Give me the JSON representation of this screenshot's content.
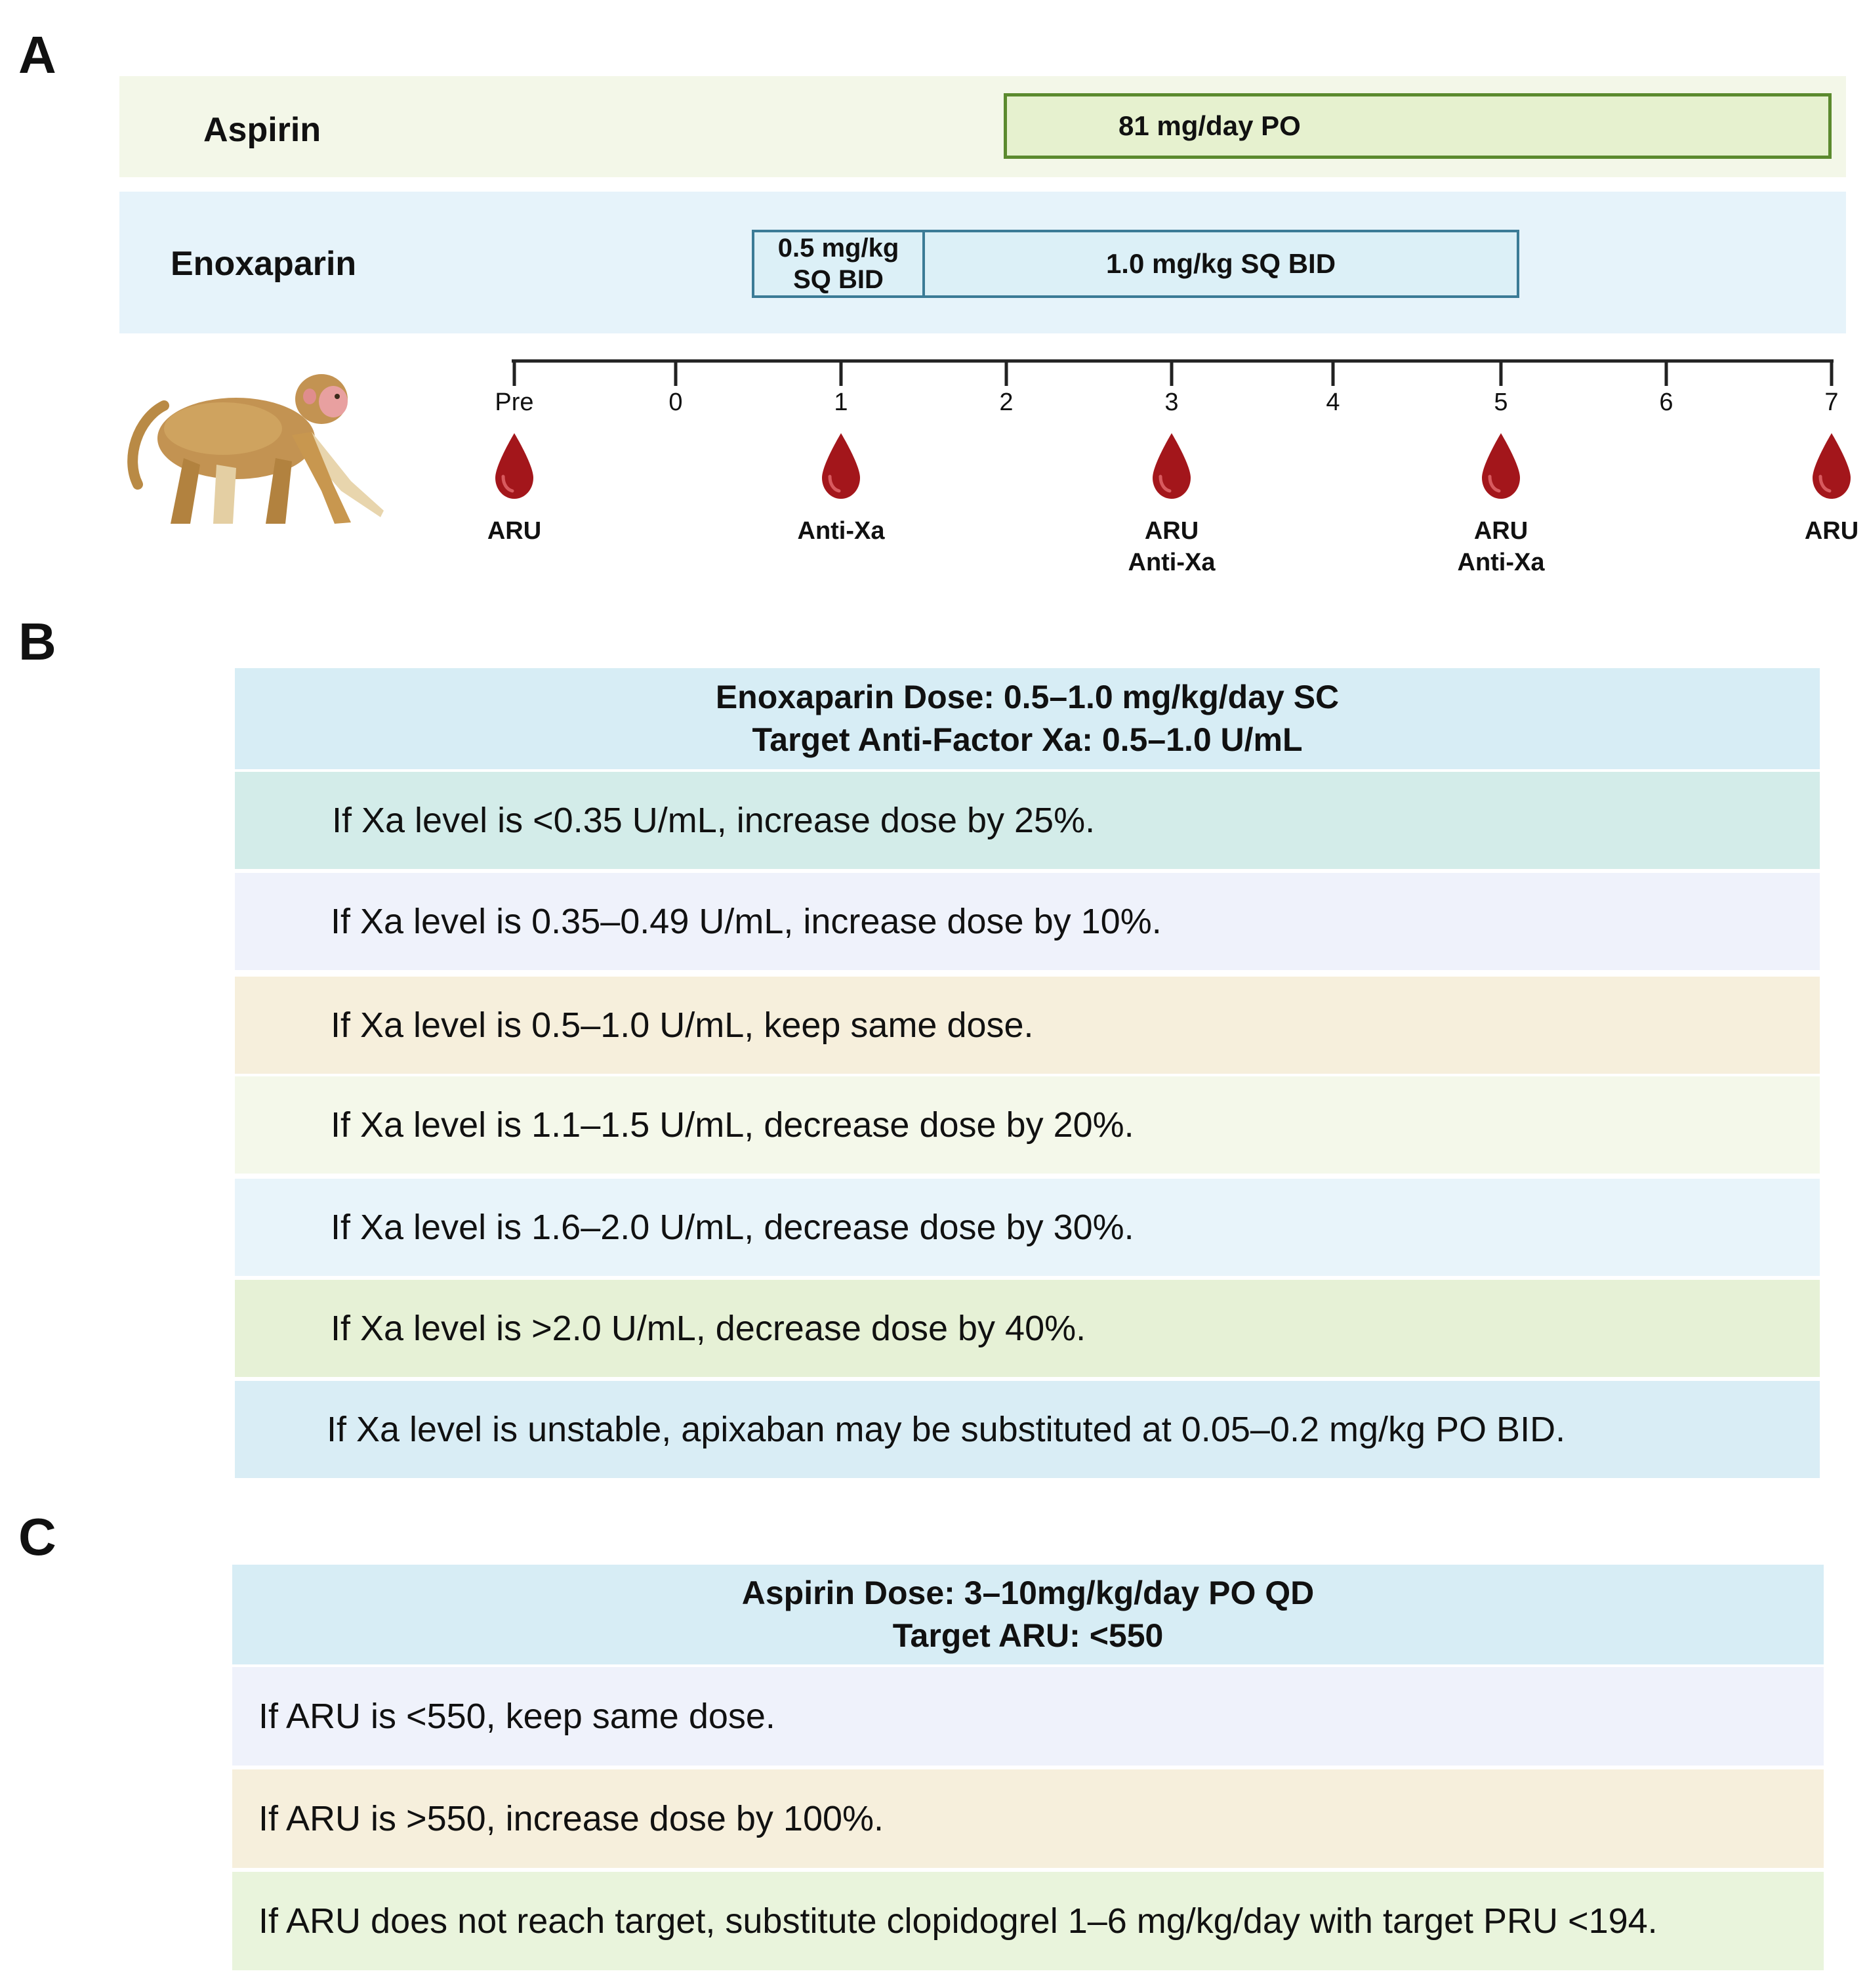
{
  "panels": {
    "a": "A",
    "b": "B",
    "c": "C"
  },
  "timeline": {
    "aspirin": {
      "label": "Aspirin",
      "dose": "81 mg/day PO"
    },
    "enoxaparin": {
      "label": "Enoxaparin",
      "dose_initial": "0.5 mg/kg\nSQ BID",
      "dose_main": "1.0 mg/kg SQ BID"
    },
    "ticks": [
      "Pre",
      "0",
      "1",
      "2",
      "3",
      "4",
      "5",
      "6",
      "7"
    ],
    "samples": [
      {
        "label": "ARU"
      },
      {
        "label": "Anti-Xa"
      },
      {
        "label": "ARU\nAnti-Xa"
      },
      {
        "label": "ARU\nAnti-Xa"
      },
      {
        "label": "ARU"
      }
    ],
    "animal_icon": "rhesus-macaque-illustration",
    "sample_icon": "blood-drop-icon"
  },
  "enox_table": {
    "header_line1": "Enoxaparin Dose: 0.5–1.0 mg/kg/day SC",
    "header_line2": "Target Anti-Factor Xa: 0.5–1.0 U/mL",
    "rows": [
      "If Xa level is <0.35 U/mL, increase dose by 25%.",
      "If Xa level is 0.35–0.49 U/mL, increase dose by 10%.",
      "If Xa level is 0.5–1.0 U/mL, keep same dose.",
      "If Xa level is 1.1–1.5 U/mL, decrease dose by 20%.",
      "If Xa level is 1.6–2.0 U/mL, decrease dose by 30%.",
      "If Xa level is >2.0 U/mL, decrease dose by 40%.",
      "If Xa level is unstable, apixaban may be substituted at 0.05–0.2 mg/kg PO BID."
    ]
  },
  "asp_table": {
    "header_line1": "Aspirin Dose: 3–10mg/kg/day PO QD",
    "header_line2": "Target ARU: <550",
    "rows": [
      "If ARU is <550, keep same dose.",
      "If ARU is >550, increase dose by 100%.",
      "If ARU does not reach target, substitute clopidogrel 1–6 mg/kg/day with target PRU <194."
    ]
  },
  "colors": {
    "aspirin_band": "#f3f7e8",
    "aspirin_box": "#e6f1cf",
    "aspirin_border": "#5b8a2e",
    "enox_band": "#e6f3fa",
    "enox_box": "#dcf0f7",
    "enox_border": "#3b7b96",
    "drop": "#a3161b",
    "header_bg": "#d7edf5",
    "row_colors": [
      "#d3ece9",
      "#eff2fb",
      "#f6efdc",
      "#f4f8ea",
      "#e8f4fa",
      "#e6f1d6",
      "#d9edf5"
    ],
    "asp_row_colors": [
      "#eff2fb",
      "#f6efdc",
      "#e9f4dc"
    ]
  }
}
